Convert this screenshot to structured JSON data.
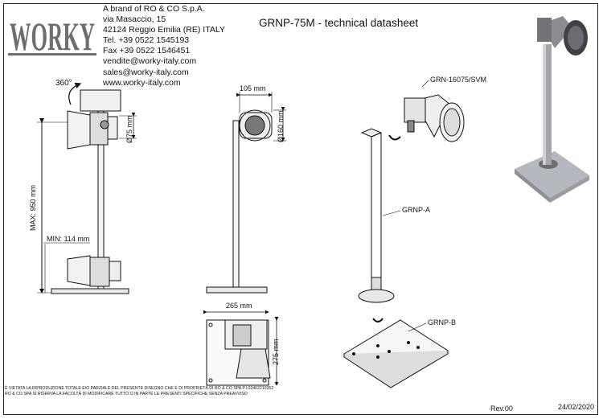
{
  "brand": {
    "logo_text": "WORKY",
    "lines": [
      "A brand of RO & CO S.p.A.",
      "via Masaccio, 15",
      "42124 Reggio Emilia (RE) ITALY",
      "Tel. +39 0522 1545193",
      "Fax +39 0522 1546451",
      "vendite@worky-italy.com",
      "sales@worky-italy.com",
      "www.worky-italy.com"
    ]
  },
  "title": "GRNP-75M - technical datasheet",
  "dimensions": {
    "rotation": "360°",
    "max_height": "MAX: 950 mm",
    "min_height": "MIN: 114 mm",
    "diameter_small": "Ø75 mm",
    "width_top": "105 mm",
    "diameter_large": "Ø160 mm",
    "base_width": "265 mm",
    "base_depth": "275 mm"
  },
  "parts": {
    "lamp": "GRN-16075/SVM",
    "pole": "GRNP-A",
    "base": "GRNP-B"
  },
  "footer": {
    "line1": "È VIETATA LA RIPRODUZIONE TOTALE E/O PARZIALE DEL PRESENTE DISEGNO CHE È DI PROPRIETÀ DI RO & CO SPA P.I.02462210352",
    "line2": "RO & CO SPA SI RISERVA LA FACOLTÀ DI MODIFICARE TUTTO O IN PARTE LE PRESENTI SPECIFICHE SENZA PREAVVISO"
  },
  "revision": "Rev.00",
  "date": "24/02/2020"
}
